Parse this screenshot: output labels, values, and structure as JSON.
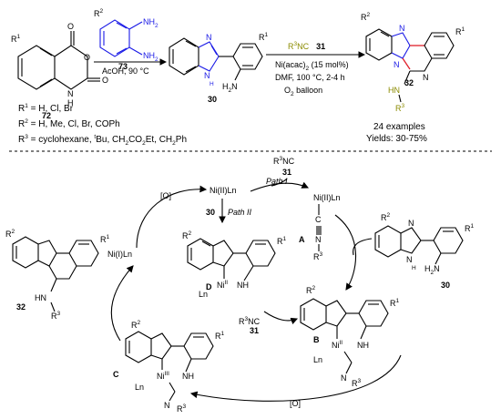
{
  "top": {
    "compound_72": {
      "number": "72",
      "sub_r1": "R",
      "sub_r1_sup": "1",
      "atom_O1": "O",
      "atom_O2": "O",
      "atom_O3": "O",
      "atom_N": "N",
      "atom_H": "H"
    },
    "reagent_73": {
      "number": "73",
      "R": "R",
      "R_sup": "2",
      "NH2_a": "NH",
      "NH2_b": "NH",
      "two": "2"
    },
    "arrow1_conditions": "AcOH, 90 °C",
    "compound_30": {
      "number": "30",
      "R": "R",
      "R_sup": "1",
      "atom_N": "N",
      "atom_NH": "N",
      "atom_H": "H",
      "H2N": "H",
      "H2N_sub": "2",
      "H2N_N": "N"
    },
    "arrow2_reagent": {
      "R": "R",
      "sup": "3",
      "NC": "NC",
      "num": "31"
    },
    "arrow2_conditions": [
      "Ni(acac)",
      "2",
      " (15 mol%)",
      "DMF, 100 °C, 2-4 h",
      "O",
      "2",
      " balloon"
    ],
    "compound_32": {
      "number": "32",
      "R2": "R",
      "R2_sup": "2",
      "R1": "R",
      "R1_sup": "1",
      "HN": "HN",
      "R3": "R",
      "R3_sup": "3",
      "N1": "N",
      "N2": "N",
      "N3": "N"
    },
    "summary": {
      "examples": "24 examples",
      "yields": "Yields: 30-75%"
    },
    "legend": [
      {
        "R": "R",
        "sup": "1",
        "text": " = H, Cl, Br"
      },
      {
        "R": "R",
        "sup": "2",
        "text": " = H, Me, Cl, Br, COPh"
      },
      {
        "R": "R",
        "sup": "3",
        "text": " = cyclohexane, ",
        "tBu_sup": "t",
        "tBu": "Bu, CH",
        "ch2_sub": "2",
        "rest": "CO",
        "rest_sub": "2",
        "rest2": "Et, CH",
        "rest3_sub": "2",
        "rest3": "Ph"
      }
    ]
  },
  "cycle": {
    "ni_ii": "Ni(II)Ln",
    "ni_i": "Ni(I)Ln",
    "o_left": "[O]",
    "o_bottom": "[O]",
    "path_i": "Path I",
    "path_ii": "Path II",
    "path_ii_num": "30",
    "r3nc_top": {
      "R": "R",
      "sup": "3",
      "NC": "NC",
      "num": "31"
    },
    "r3nc_mid": {
      "R": "R",
      "sup": "3",
      "NC": "NC",
      "num": "31"
    },
    "A": {
      "label": "A",
      "ni": "Ni(II)Ln",
      "C": "C",
      "N": "N",
      "R": "R",
      "sup": "3"
    },
    "B": {
      "label": "B",
      "R2": "R",
      "R2_sup": "2",
      "R1": "R",
      "R1_sup": "1",
      "Ln": "Ln",
      "Ni": "Ni",
      "Ni_sup": "II",
      "NH": "NH",
      "N": "N",
      "R3": "R",
      "R3_sup": "3"
    },
    "C": {
      "label": "C",
      "R2": "R",
      "R2_sup": "2",
      "R1": "R",
      "R1_sup": "1",
      "Ln": "Ln",
      "Ni": "Ni",
      "Ni_sup": "III",
      "NH": "NH",
      "N": "N",
      "R3": "R",
      "R3_sup": "3"
    },
    "D": {
      "label": "D",
      "R2": "R",
      "R2_sup": "2",
      "R1": "R",
      "R1_sup": "1",
      "Ln": "Ln",
      "Ni": "Ni",
      "Ni_sup": "II",
      "NH": "NH"
    },
    "p32": {
      "number": "32",
      "R2": "R",
      "R2_sup": "2",
      "R1": "R",
      "R1_sup": "1",
      "HN": "HN",
      "R3": "R",
      "R3_sup": "3"
    },
    "s30": {
      "number": "30",
      "R2": "R",
      "R2_sup": "2",
      "R1": "R",
      "R1_sup": "1",
      "H2N": "H",
      "H2N_sub": "2",
      "N": "N",
      "NH": "N",
      "H": "H"
    }
  },
  "colors": {
    "blue": "#1a1ae6",
    "red": "#e0202a",
    "olive": "#8b8b00"
  }
}
